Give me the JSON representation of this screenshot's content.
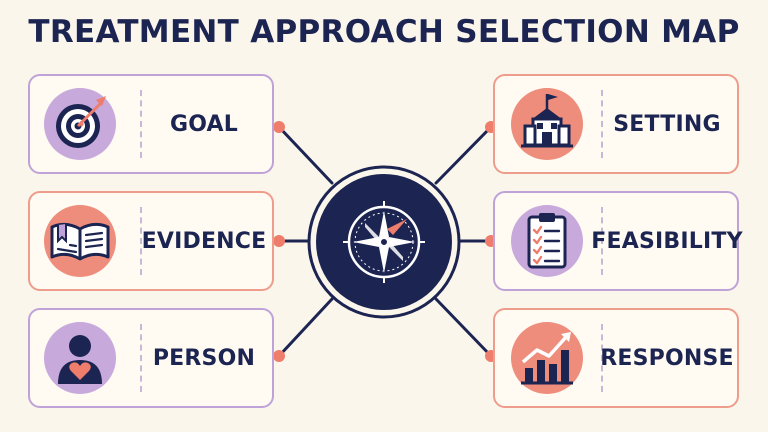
{
  "title": "TREATMENT APPROACH SELECTION MAP",
  "factors": [
    {
      "label": "GOAL",
      "icon": "target-icon",
      "side": "left"
    },
    {
      "label": "EVIDENCE",
      "icon": "open-book-icon",
      "side": "left"
    },
    {
      "label": "PERSON",
      "icon": "person-heart-icon",
      "side": "left"
    },
    {
      "label": "SETTING",
      "icon": "school-building-icon",
      "side": "right"
    },
    {
      "label": "FEASIBILITY",
      "icon": "clipboard-checklist-icon",
      "side": "right"
    },
    {
      "label": "RESPONSE",
      "icon": "growth-chart-icon",
      "side": "right"
    }
  ],
  "center_icon": "compass-icon",
  "colors": {
    "navy": "#1c2452",
    "lavender": "#bfa2d8",
    "coral": "#ee9c8c",
    "background": "#fbf6ec"
  }
}
